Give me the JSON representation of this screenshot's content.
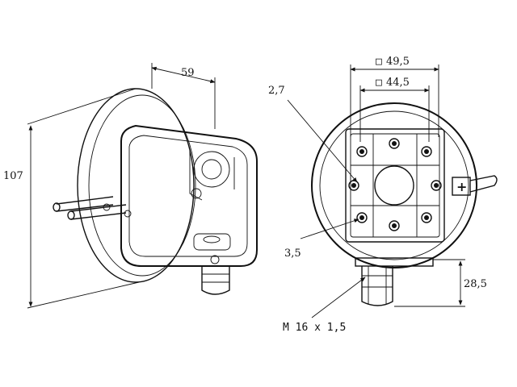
{
  "dimensions": {
    "depth": "59",
    "diameter": "107",
    "square_outer": "49,5",
    "square_inner": "44,5",
    "hole_small": "2,7",
    "hole_large": "3,5",
    "connection_height": "28,5",
    "thread": "M 16 x 1,5"
  },
  "symbols": {
    "square_mark": "□",
    "plus_sign": "+"
  }
}
